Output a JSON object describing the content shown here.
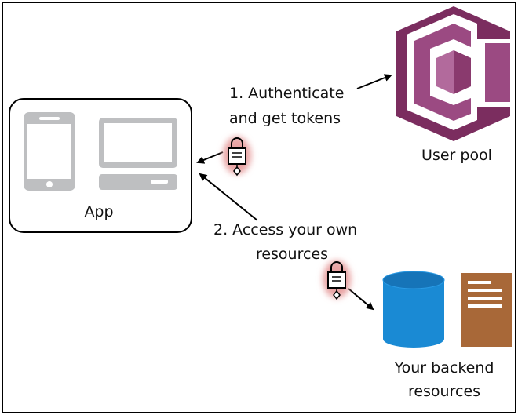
{
  "diagram": {
    "app_label": "App",
    "step1_label": [
      "1. Authenticate",
      "and get tokens"
    ],
    "step2_label": [
      "2. Access your own",
      "resources"
    ],
    "user_pool_label": "User pool",
    "backend_label": [
      "Your backend",
      "resources"
    ]
  },
  "colors": {
    "user_pool_dark": "#7b2d5f",
    "user_pool_mid": "#9b4a82",
    "user_pool_light": "#b26a9c",
    "database_blue": "#1a8ad4",
    "database_top": "#1674b8",
    "document_brown": "#a86838",
    "device_gray": "#bebfc1",
    "lock_glow": "#e8a3a3"
  }
}
